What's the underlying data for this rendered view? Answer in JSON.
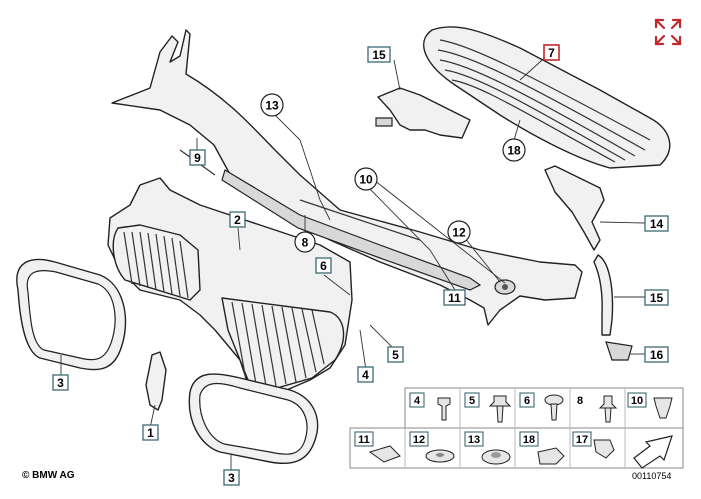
{
  "callouts": {
    "c1": "1",
    "c2": "2",
    "c3a": "3",
    "c3b": "3",
    "c4": "4",
    "c5": "5",
    "c6": "6",
    "c7": "7",
    "c8": "8",
    "c9": "9",
    "c10": "10",
    "c11": "11",
    "c12": "12",
    "c13": "13",
    "c14": "14",
    "c15a": "15",
    "c15b": "15",
    "c16": "16",
    "c18": "18"
  },
  "legend": {
    "top": [
      "4",
      "5",
      "6",
      "8",
      "10"
    ],
    "bottom": [
      "11",
      "12",
      "13",
      "18",
      "17"
    ]
  },
  "footer": {
    "copyright": "© BMW AG",
    "reference": "00110754"
  },
  "colors": {
    "accent_red": "#c0282c",
    "callout_border": "#3b6a73"
  },
  "icons": {
    "expand": "expand-icon"
  }
}
